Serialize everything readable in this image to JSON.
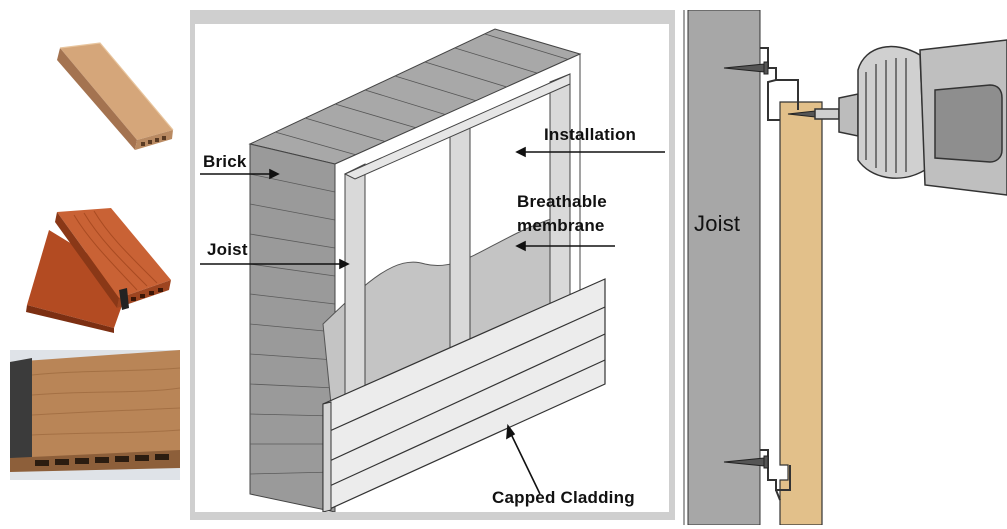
{
  "labels": {
    "brick": "Brick",
    "joist": "Joist",
    "installation": "Installation",
    "breathable_membrane_line1": "Breathable",
    "breathable_membrane_line2": "membrane",
    "capped_cladding": "Capped Cladding",
    "detail_joist": "Joist"
  },
  "colors": {
    "wpc_light_brown": "#c99669",
    "wpc_red_brown": "#c05a2c",
    "wpc_teak": "#b07a4e",
    "brick_gray": "#8f8f8f",
    "membrane_gray": "#bdbdbd",
    "joist_gray": "#a9a9a9",
    "cladding_board": "#e2c08a"
  },
  "icons": {
    "drill": "drill-icon",
    "screw": "screw-icon",
    "clip": "clip-icon"
  }
}
